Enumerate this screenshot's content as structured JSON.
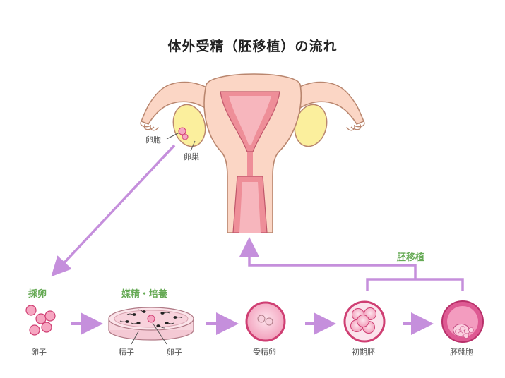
{
  "title": "体外受精（胚移植）の流れ",
  "labels": {
    "follicle": "卵胞",
    "ovary": "卵巣",
    "egg_retrieval": "採卵",
    "insemination": "媒精・培養",
    "embryo_transfer": "胚移植",
    "egg": "卵子",
    "sperm": "精子",
    "egg2": "卵子",
    "fertilized_egg": "受精卵",
    "early_embryo": "初期胚",
    "blastocyst": "胚盤胞"
  },
  "colors": {
    "arrow": "#c58fdc",
    "skin": "#fbd6c5",
    "skin_outline": "#b9866e",
    "uterus_inner": "#ee8e98",
    "ovary": "#fbef9d",
    "cell_pink": "#f6a6c1",
    "cell_outline": "#cf3f73",
    "step_green": "#66aa55"
  }
}
